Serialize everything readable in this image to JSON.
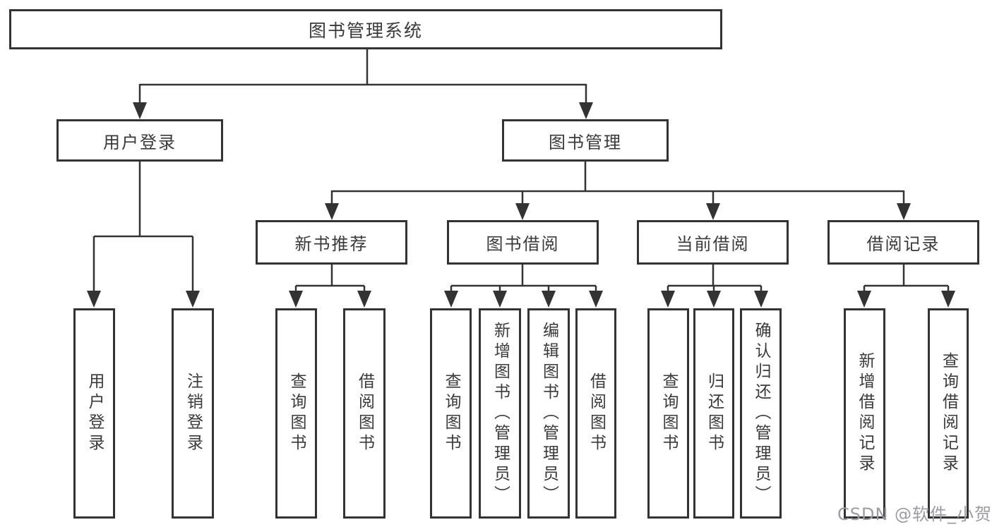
{
  "diagram": {
    "root": {
      "label": "图书管理系统",
      "children": [
        {
          "label": "用户登录",
          "children": [
            {
              "label": "用户登录"
            },
            {
              "label": "注销登录"
            }
          ]
        },
        {
          "label": "图书管理",
          "children": [
            {
              "label": "新书推荐",
              "children": [
                {
                  "label": "查询图书"
                },
                {
                  "label": "借阅图书"
                }
              ]
            },
            {
              "label": "图书借阅",
              "children": [
                {
                  "label": "查询图书"
                },
                {
                  "label": "新增图书（管理员）"
                },
                {
                  "label": "编辑图书（管理员）"
                },
                {
                  "label": "借阅图书"
                }
              ]
            },
            {
              "label": "当前借阅",
              "children": [
                {
                  "label": "查询图书"
                },
                {
                  "label": "归还图书"
                },
                {
                  "label": "确认归还（管理员）"
                }
              ]
            },
            {
              "label": "借阅记录",
              "children": [
                {
                  "label": "新增借阅记录"
                },
                {
                  "label": "查询借阅记录"
                }
              ]
            }
          ]
        }
      ]
    }
  },
  "watermark": {
    "text": "CSDN @软件_小贺同学"
  },
  "colors": {
    "line": "#333333",
    "text": "#3a3a3a",
    "watermark": "#9b9ba1",
    "background": "#ffffff"
  }
}
